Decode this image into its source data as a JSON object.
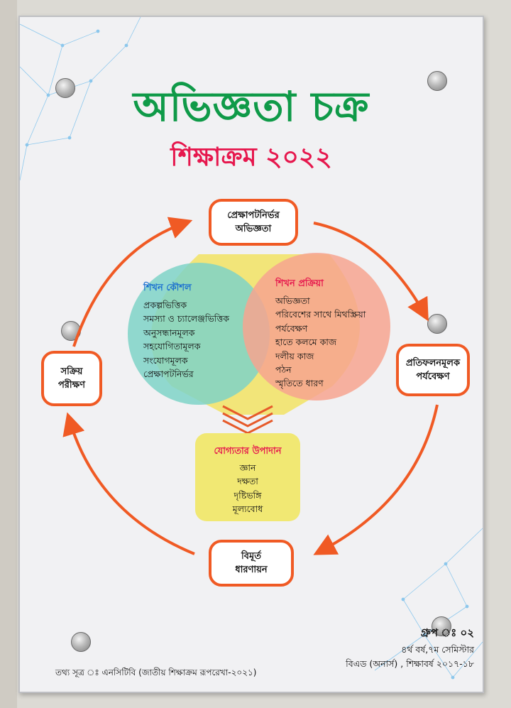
{
  "title": "অভিজ্ঞতা চক্র",
  "subtitle": "শিক্ষাক্রম ২০২২",
  "cycle": {
    "top": [
      "প্রেক্ষাপটনির্ভর",
      "অভিজ্ঞতা"
    ],
    "right": [
      "প্রতিফলনমূলক",
      "পর্যবেক্ষণ"
    ],
    "bottom": [
      "বিমূর্ত",
      "ধারণায়ন"
    ],
    "left": [
      "সক্রিয়",
      "পরীক্ষণ"
    ]
  },
  "learning_strategy": {
    "label": "শিখন কৌশল",
    "items": [
      "প্রকল্পভিত্তিক",
      "সমস্যা ও চ্যালেঞ্জভিত্তিক",
      "অনুসন্ধানমূলক",
      "সহযোগিতামূলক",
      "সংযোগমূলক",
      "প্রেক্ষাপটনির্ভর"
    ]
  },
  "learning_process": {
    "label": "শিখন প্রক্রিয়া",
    "items": [
      "অভিজ্ঞতা",
      "পরিবেশের সাথে মিথস্ক্রিয়া",
      "পর্যবেক্ষণ",
      "হাতে কলমে কাজ",
      "দলীয় কাজ",
      "পঠন",
      "স্মৃতিতে ধারণ"
    ]
  },
  "competency": {
    "label": "যোগ্যতার উপাদান",
    "items": [
      "জ্ঞান",
      "দক্ষতা",
      "দৃষ্টিভঙ্গি",
      "মূল্যবোধ"
    ]
  },
  "group": {
    "title": "গ্রুপ ঃ ০২",
    "line1": "৪র্থ বর্ষ,৭ম সেমিস্টার",
    "line2": "বিএড (অনার্স) , শিক্ষাবর্ষ ২০১৭-১৮"
  },
  "source": "তথ্য সূত্র ঃ এনসিটিবি (জাতীয় শিক্ষাক্রম রূপরেখা-২০২১)",
  "colors": {
    "title": "#0f9a48",
    "subtitle": "#e6174d",
    "arrow": "#f05a24",
    "left_circle": "#7fd3c7",
    "right_circle": "#f7a48f",
    "overlap_band": "#f2e36b",
    "strategy_label": "#1a6fd1",
    "process_label": "#e6174d"
  }
}
